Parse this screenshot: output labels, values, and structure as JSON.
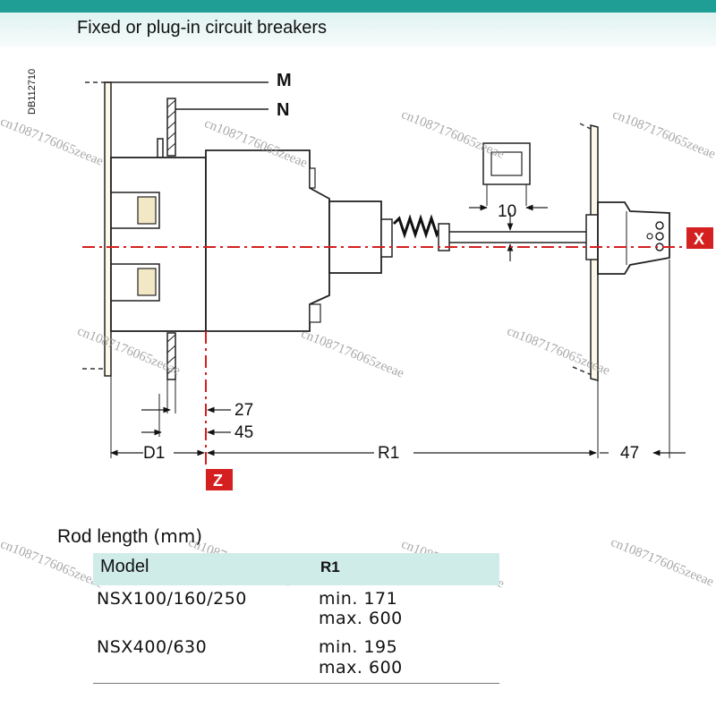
{
  "header": {
    "title": "Fixed or plug-in circuit breakers",
    "accent_color": "#1f9e96",
    "band_color": "#dff3f1"
  },
  "diagram": {
    "doc_code": "DB112710",
    "labels": {
      "M": "M",
      "N": "N",
      "X": "X",
      "Z": "Z",
      "rod_gap": "10",
      "dim_27": "27",
      "dim_45": "45",
      "dim_D1": "D1",
      "dim_R1": "R1",
      "dim_47": "47"
    },
    "axis_color": "#d42020",
    "tag_color": "#d42020"
  },
  "watermark": {
    "text": "cn1087176065zeeae"
  },
  "table": {
    "title": "Rod length",
    "unit": "(mm)",
    "headers": {
      "model": "Model",
      "r1": "R1"
    },
    "rows": [
      {
        "model": "NSX100/160/250",
        "min": "min. 171",
        "max": "max. 600"
      },
      {
        "model": "NSX400/630",
        "min": "min. 195",
        "max": "max. 600"
      }
    ]
  }
}
